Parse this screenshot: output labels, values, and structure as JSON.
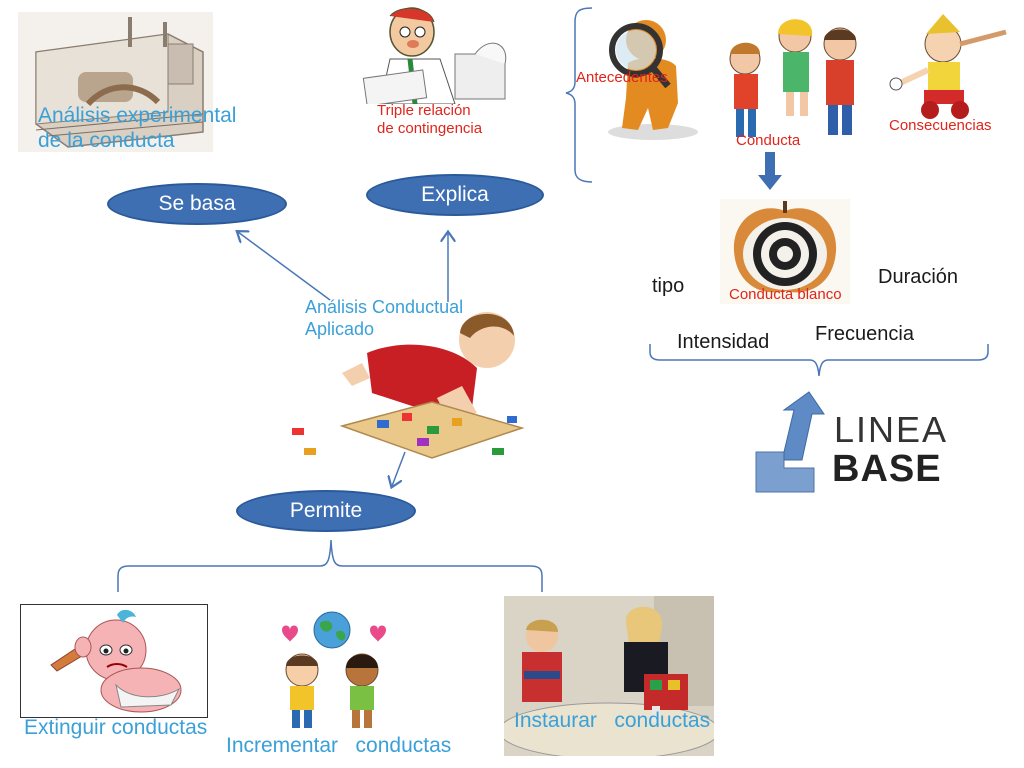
{
  "colors": {
    "blue_text": "#3aa0d8",
    "red_text": "#e0251b",
    "oval_fill": "#3f6fb3",
    "arrow": "#4a77b8",
    "dark_text": "#1a1a1a"
  },
  "top_left": {
    "line1": "Análisis experimental",
    "line2": "de la conducta"
  },
  "ovals": {
    "se_basa": "Se basa",
    "explica": "Explica",
    "permite": "Permite"
  },
  "triple": {
    "line1": "Triple relación",
    "line2": "de contingencia"
  },
  "contingency": {
    "antecedentes": "Antecedentes",
    "conducta": "Conducta",
    "consecuencias": "Consecuencias"
  },
  "target": {
    "label": "Conducta blanco",
    "tipo": "tipo",
    "duracion": "Duración",
    "intensidad": "Intensidad",
    "frecuencia": "Frecuencia"
  },
  "linea_base": {
    "line1": "LINEA",
    "line2": "BASE"
  },
  "center": {
    "line1": "Análisis Conductual",
    "line2": "Aplicado"
  },
  "bottom": {
    "extinguir": "Extinguir conductas",
    "incrementar": "Incrementar   conductas",
    "instaurar": "Instaurar   conductas"
  },
  "icons": [
    "skinner-box-image",
    "man-writing-image",
    "magnifier-figure-image",
    "people-cartoon-image",
    "pinocchio-image",
    "target-apple-image",
    "linea-base-logo",
    "child-puzzle-image",
    "angry-baby-image",
    "kids-globe-image",
    "therapy-photo-image"
  ]
}
